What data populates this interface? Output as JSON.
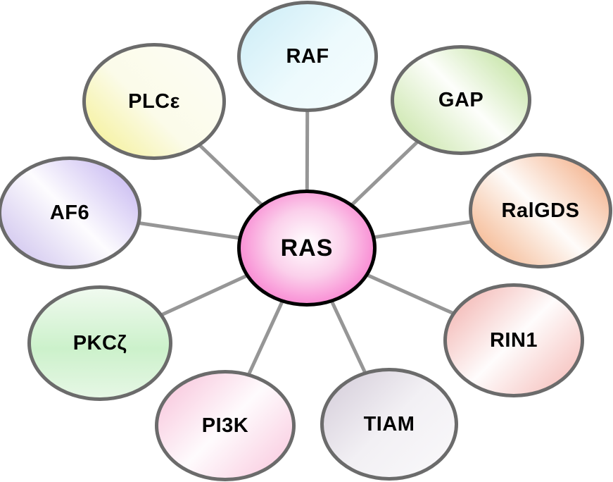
{
  "figure": {
    "background": "#FFFFFF",
    "connector": {
      "color": "#969696",
      "width": 5
    },
    "node_border_color": "#6B6B6B",
    "center_node": {
      "id": "ras",
      "label": "RAS",
      "border_color": "#000000",
      "gradient": {
        "type": "radial",
        "stops": [
          "#FFFFFF",
          "#FBD0EB",
          "#F767C7"
        ],
        "positions": [
          "0%",
          "40%",
          "92%"
        ]
      }
    },
    "nodes": [
      {
        "id": "raf",
        "label": "RAF",
        "gradient": {
          "type": "linear",
          "direction": "135deg",
          "stops": [
            "#CBECF6",
            "#EDFAFD",
            "#F6FDFE"
          ],
          "positions": [
            "0%",
            "55%",
            "100%"
          ]
        }
      },
      {
        "id": "gap",
        "label": "GAP",
        "gradient": {
          "type": "linear",
          "direction": "45deg",
          "stops": [
            "#C2E29E",
            "#FDFEFB",
            "#B9DE93"
          ],
          "positions": [
            "0%",
            "52%",
            "100%"
          ]
        }
      },
      {
        "id": "ralgds",
        "label": "RalGDS",
        "gradient": {
          "type": "linear",
          "direction": "45deg",
          "stops": [
            "#F3AA7C",
            "#FEFCFA",
            "#F2A376"
          ],
          "positions": [
            "0%",
            "50%",
            "100%"
          ]
        }
      },
      {
        "id": "rin1",
        "label": "RIN1",
        "gradient": {
          "type": "linear",
          "direction": "135deg",
          "stops": [
            "#F2ACA8",
            "#FEFCFC",
            "#F5B7B3"
          ],
          "positions": [
            "0%",
            "50%",
            "100%"
          ]
        }
      },
      {
        "id": "tiam",
        "label": "TIAM",
        "gradient": {
          "type": "linear",
          "direction": "135deg",
          "stops": [
            "#D3CBD8",
            "#F2F0F4",
            "#FAF9FB"
          ],
          "positions": [
            "0%",
            "50%",
            "100%"
          ]
        }
      },
      {
        "id": "pi3k",
        "label": "PI3K",
        "gradient": {
          "type": "linear",
          "direction": "135deg",
          "stops": [
            "#F8BFD8",
            "#FEFBFD",
            "#F9C5DC"
          ],
          "positions": [
            "0%",
            "50%",
            "100%"
          ]
        }
      },
      {
        "id": "pkcz",
        "label": "PKCζ",
        "gradient": {
          "type": "linear",
          "direction": "180deg",
          "stops": [
            "#F0FAEF",
            "#CCF1CB",
            "#E6F7E5"
          ],
          "positions": [
            "0%",
            "55%",
            "100%"
          ]
        }
      },
      {
        "id": "af6",
        "label": "AF6",
        "gradient": {
          "type": "linear",
          "direction": "45deg",
          "stops": [
            "#C9BCEC",
            "#FDFCFE",
            "#BFAEEF"
          ],
          "positions": [
            "0%",
            "50%",
            "100%"
          ]
        }
      },
      {
        "id": "plce",
        "label": "PLCε",
        "gradient": {
          "type": "linear",
          "direction": "45deg",
          "stops": [
            "#F4EF8C",
            "#FBFBE9",
            "#FDFDF6"
          ],
          "positions": [
            "0%",
            "45%",
            "100%"
          ]
        }
      }
    ]
  }
}
